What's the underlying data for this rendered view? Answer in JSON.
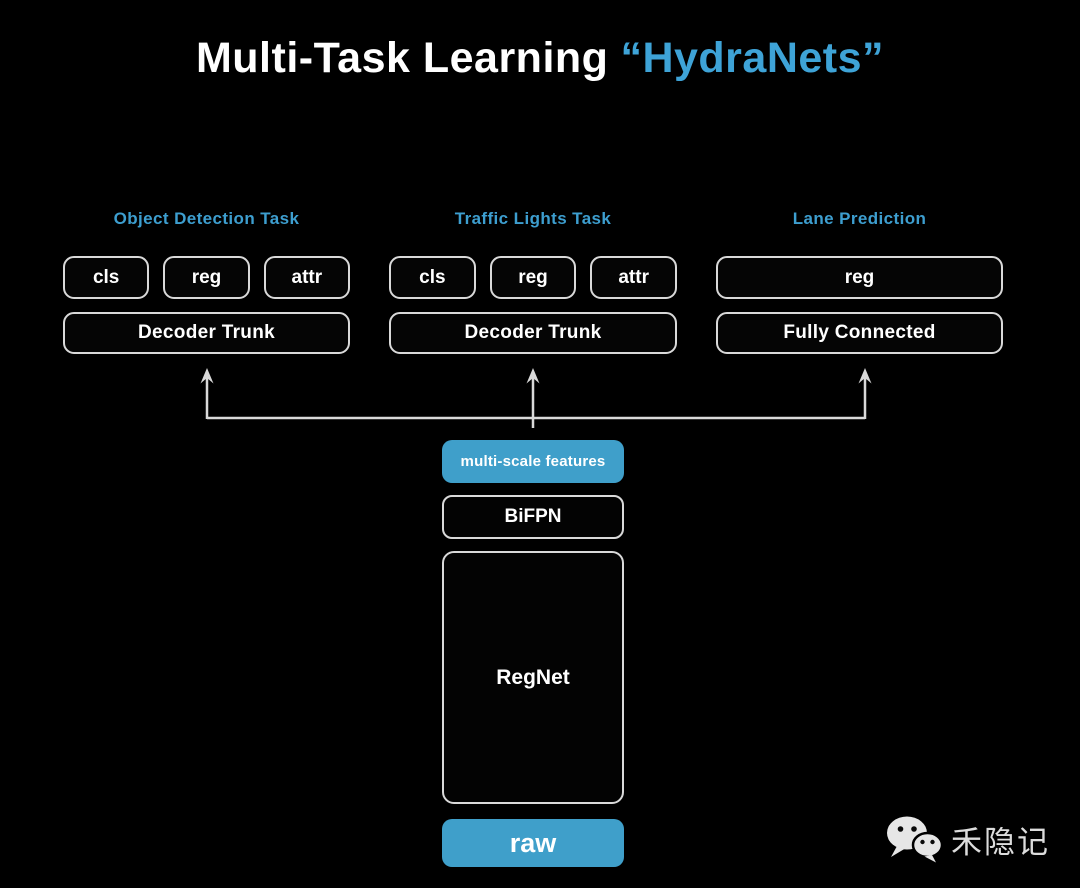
{
  "title": {
    "plain": "Multi-Task Learning",
    "highlight": "“HydraNets”"
  },
  "columns": [
    {
      "header": "Object Detection Task",
      "heads": [
        "cls",
        "reg",
        "attr"
      ],
      "trunk": "Decoder Trunk"
    },
    {
      "header": "Traffic Lights Task",
      "heads": [
        "cls",
        "reg",
        "attr"
      ],
      "trunk": "Decoder Trunk"
    },
    {
      "header": "Lane Prediction",
      "heads": [
        "reg"
      ],
      "trunk": "Fully Connected"
    }
  ],
  "backbone": {
    "multi_scale": "multi-scale features",
    "bifpn": "BiFPN",
    "regnet": "RegNet",
    "raw": "raw"
  },
  "watermark": {
    "text": "禾隐记",
    "icon": "wechat-icon"
  },
  "colors": {
    "accent_blue": "#3f9fca",
    "heading_blue": "#3d9ecf",
    "title_blue": "#3ea3d7",
    "line_gray": "#d9d9d9",
    "background": "#000000",
    "text_white": "#ffffff"
  }
}
